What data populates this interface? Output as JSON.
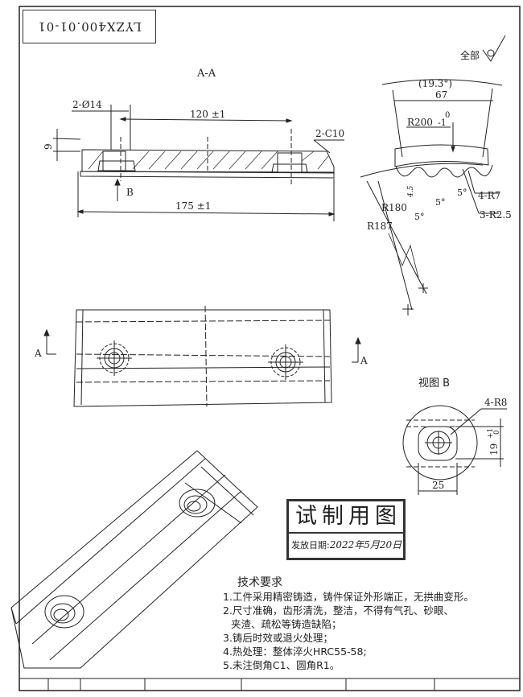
{
  "drawing_number": "LYZX400.01-01",
  "surface_finish": {
    "label": "全部"
  },
  "section_aa": {
    "title": "A-A",
    "hole_dim": "2-Ø14",
    "pitch_dim": "120 ±1",
    "chamfer_dim": "2-C10",
    "depth_dim": "9",
    "length_dim": "175 ±1",
    "view_arrow": "B"
  },
  "profile_view": {
    "angle_dim": "(19.3°)",
    "width_dim": "67",
    "radius_dim": "R200",
    "radius_tol_upper": "0",
    "radius_tol_lower": "-1",
    "r180": "R180",
    "r187": "R187",
    "groove_r": "4-R7",
    "fillet_r": "3-R2.5",
    "angle_a": "5°",
    "angle_b": "5°",
    "angle_c": "5°",
    "handwritten_dim": "4.5"
  },
  "plan_view": {
    "section_mark_left": "A",
    "section_mark_right": "A"
  },
  "view_b": {
    "title": "视图 B",
    "radius_dim": "4-R8",
    "height_dim": "19",
    "height_tol_upper": "+1",
    "height_tol_lower": "0",
    "width_dim": "25"
  },
  "stamp": {
    "title": "试制用图",
    "date_label": "发放日期:",
    "date_value": "2022年5月20日"
  },
  "requirements": {
    "heading": "技术要求",
    "items": [
      "1.工件采用精密铸造，铸件保证外形端正，无拱曲变形。",
      "2.尺寸准确，齿形清洗，整洁，不得有气孔、砂眼、",
      "夹渣、疏松等铸造缺陷；",
      "3.铸后时效或退火处理；",
      "4.热处理：整体淬火HRC55-58;",
      "5.未注倒角C1、圆角R1。"
    ]
  }
}
